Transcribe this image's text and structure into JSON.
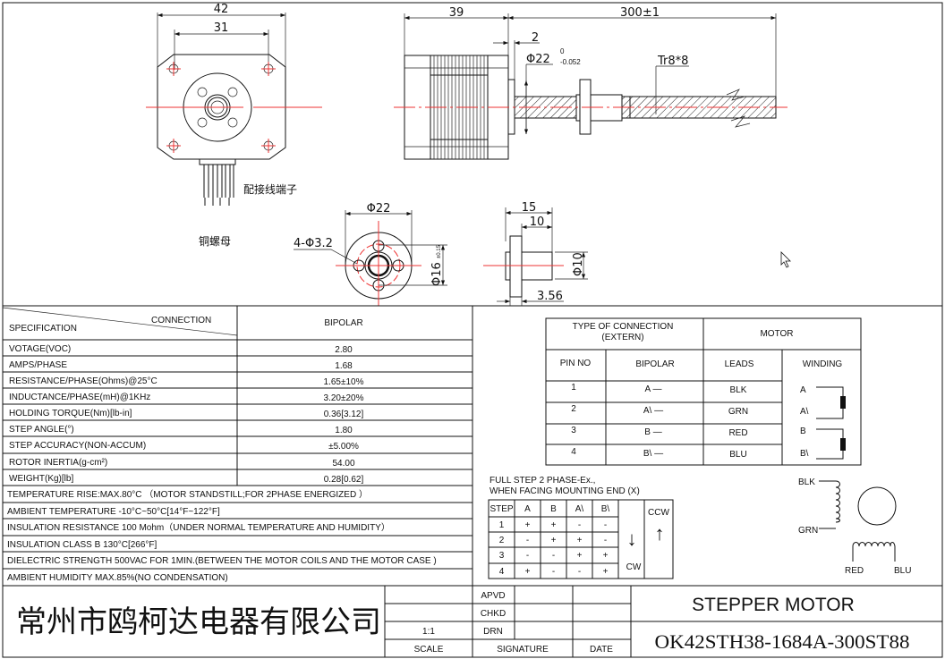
{
  "drawing": {
    "front_view": {
      "dim_width": "42",
      "dim_hole_spacing": "31",
      "connector_label": "配接线端子",
      "nut_label": "铜螺母"
    },
    "side_view": {
      "dim_body_length": "39",
      "dim_screw_length": "300±1",
      "dim_flange": "2",
      "dim_boss": "Φ22",
      "dim_boss_tol_upper": "0",
      "dim_boss_tol_lower": "-0.052",
      "thread_label": "Tr8*8"
    },
    "nut_front": {
      "dim_diameter": "Φ22",
      "dim_holes": "4-Φ3.2",
      "dim_pcd": "Φ16",
      "dim_pcd_tol": "±0.15"
    },
    "nut_side": {
      "dim_total": "15",
      "dim_body": "10",
      "dim_body_dia": "Φ10",
      "dim_flange": "3.56"
    }
  },
  "spec_table": {
    "header_connection": "CONNECTION",
    "header_specification": "SPECIFICATION",
    "header_bipolar": "BIPOLAR",
    "rows": [
      {
        "label": "VOTAGE(VOC)",
        "value": "2.80"
      },
      {
        "label": "AMPS/PHASE",
        "value": "1.68"
      },
      {
        "label": "RESISTANCE/PHASE(Ohms)@25°C",
        "value": "1.65±10%"
      },
      {
        "label": "INDUCTANCE/PHASE(mH)@1KHz",
        "value": "3.20±20%"
      },
      {
        "label": "HOLDING TORQUE(Nm)[lb-in]",
        "value": "0.36[3.12]"
      },
      {
        "label": "STEP ANGLE(°)",
        "value": "1.80"
      },
      {
        "label": "STEP ACCURACY(NON-ACCUM)",
        "value": "±5.00%"
      },
      {
        "label": "ROTOR INERTIA(g-cm²)",
        "value": "54.00"
      },
      {
        "label": "WEIGHT(Kg)[lb]",
        "value": "0.28[0.62]"
      }
    ],
    "notes": [
      "TEMPERATURE RISE:MAX.80°C （MOTOR STANDSTILL;FOR 2PHASE ENERGIZED ）",
      "AMBIENT TEMPERATURE -10°C~50°C[14°F~122°F]",
      "INSULATION RESISTANCE 100 Mohm（UNDER NORMAL TEMPERATURE AND HUMIDITY）",
      "INSULATION CLASS B 130°C[266°F]",
      "DIELECTRIC STRENGTH 500VAC FOR 1MIN.(BETWEEN THE MOTOR COILS AND THE MOTOR CASE )",
      "AMBIENT HUMIDITY MAX.85%(NO CONDENSATION)"
    ]
  },
  "connection_table": {
    "header_type_1": "TYPE OF CONNECTION",
    "header_type_2": "(EXTERN)",
    "header_motor": "MOTOR",
    "col_pin": "PIN NO",
    "col_bipolar": "BIPOLAR",
    "col_leads": "LEADS",
    "col_winding": "WINDING",
    "rows": [
      {
        "pin": "1",
        "bipolar": "A —",
        "lead": "BLK",
        "winding": "A"
      },
      {
        "pin": "2",
        "bipolar": "A\\ —",
        "lead": "GRN",
        "winding": "A\\"
      },
      {
        "pin": "3",
        "bipolar": "B —",
        "lead": "RED",
        "winding": "B"
      },
      {
        "pin": "4",
        "bipolar": "B\\ —",
        "lead": "BLU",
        "winding": "B\\"
      }
    ]
  },
  "step_table": {
    "caption_1": "FULL STEP  2 PHASE-Ex.,",
    "caption_2": "WHEN FACING MOUNTING END (X)",
    "headers": [
      "STEP",
      "A",
      "B",
      "A\\",
      "B\\"
    ],
    "rows": [
      [
        "1",
        "+",
        "+",
        "-",
        "-"
      ],
      [
        "2",
        "-",
        "+",
        "+",
        "-"
      ],
      [
        "3",
        "-",
        "-",
        "+",
        "+"
      ],
      [
        "4",
        "+",
        "-",
        "-",
        "+"
      ]
    ],
    "cw_label": "CW",
    "ccw_label": "CCW",
    "cw_arrow": "↓",
    "ccw_arrow": "↑"
  },
  "wiring_diagram": {
    "blk": "BLK",
    "grn": "GRN",
    "red": "RED",
    "blu": "BLU"
  },
  "title_block": {
    "company": "常州市鸥柯达电器有限公司",
    "apvd": "APVD",
    "chkd": "CHKD",
    "drn": "DRN",
    "scale_value": "1:1",
    "scale_label": "SCALE",
    "signature_label": "SIGNATURE",
    "date_label": "DATE",
    "title": "STEPPER MOTOR",
    "model": "OK42STH38-1684A-300ST88"
  },
  "colors": {
    "centerline": "#ee3333",
    "line": "#111111"
  }
}
